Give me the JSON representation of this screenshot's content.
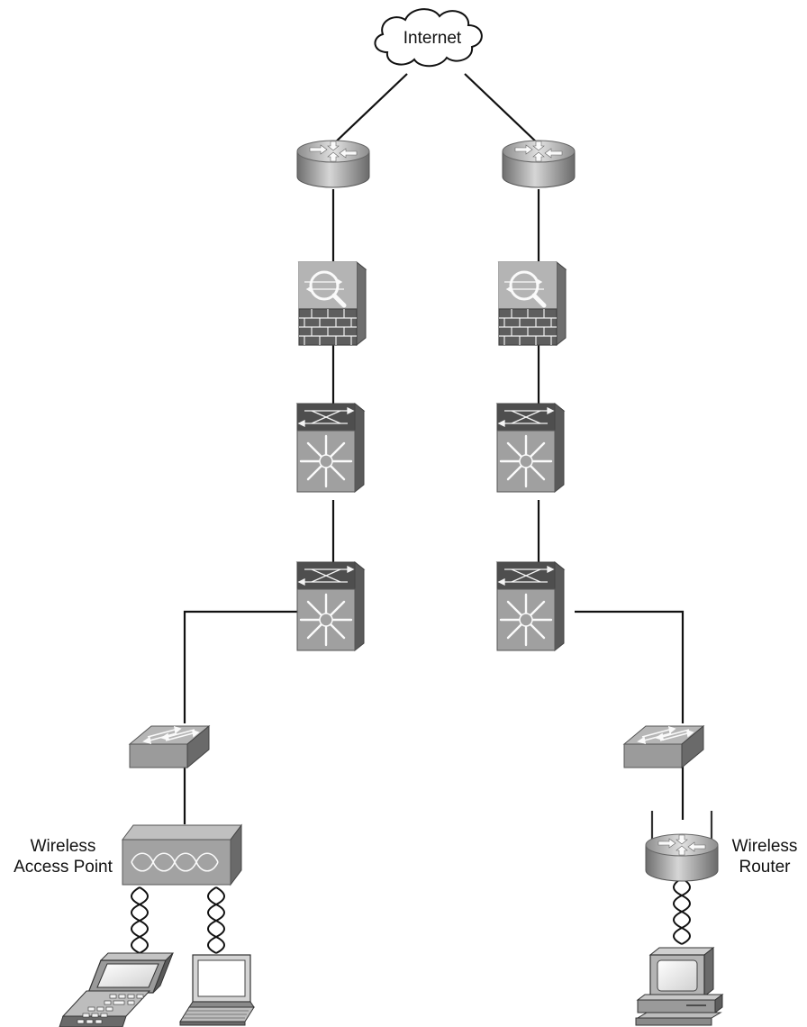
{
  "labels": {
    "internet": "Internet",
    "wap_line1": "Wireless",
    "wap_line2": "Access Point",
    "wrouter_line1": "Wireless",
    "wrouter_line2": "Router"
  },
  "icons": {
    "cloud": "cloud-icon",
    "router": "router-icon",
    "firewall": "firewall-icon",
    "multilayer_switch": "multilayer-switch-icon",
    "workgroup_switch": "workgroup-switch-icon",
    "access_point": "wireless-access-point-icon",
    "wireless_router": "wireless-router-icon",
    "wireless_link": "wireless-link-icon",
    "pda": "pda-icon",
    "laptop": "laptop-icon",
    "pc": "pc-icon"
  },
  "colors": {
    "line": "#111111",
    "device_gray": "#9a9a9a",
    "device_dark": "#555555",
    "device_light": "#d8d8d8"
  }
}
